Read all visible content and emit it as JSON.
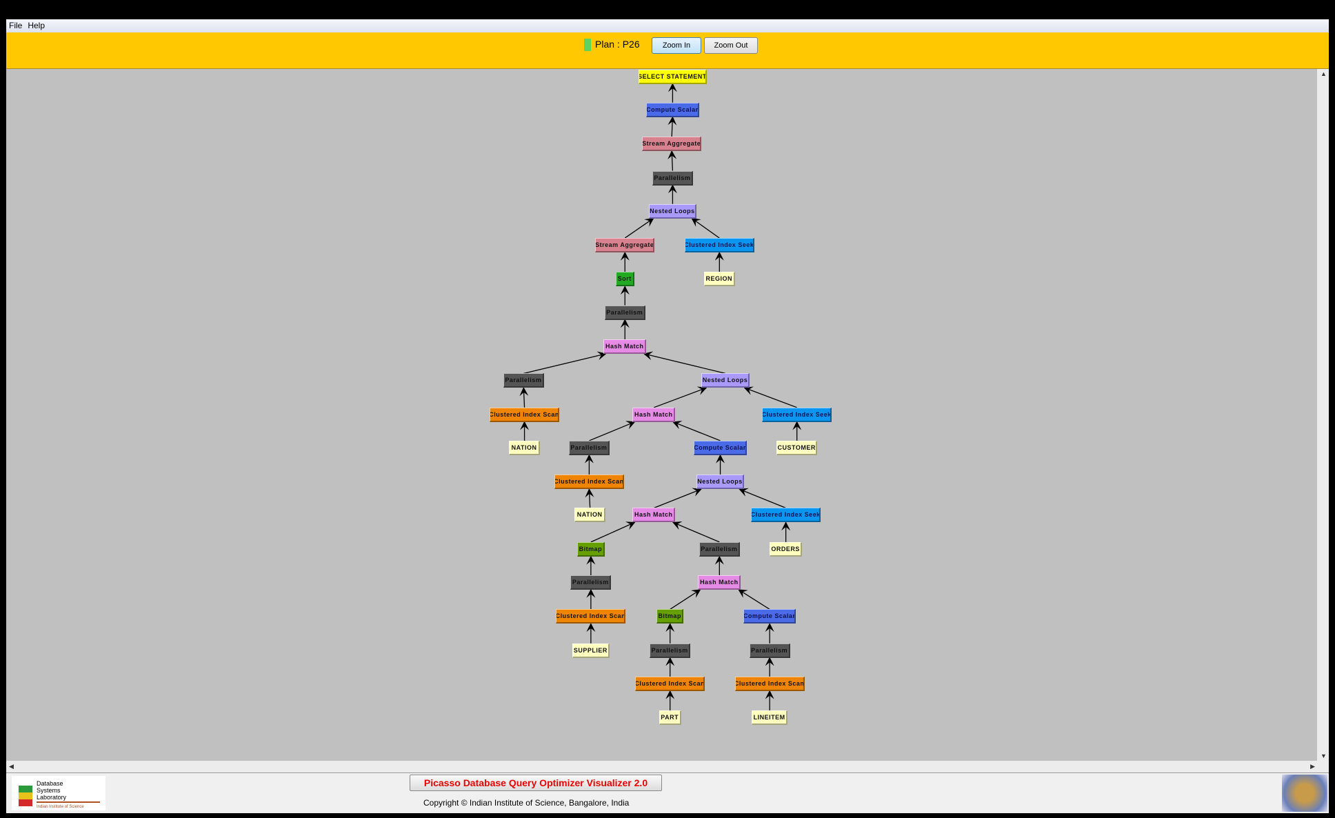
{
  "menu": [
    "File",
    "Help"
  ],
  "toolbar": {
    "plan_label": "Plan : P26",
    "zoom_in": "Zoom In",
    "zoom_out": "Zoom Out",
    "plan_color": "#5fd35f"
  },
  "colors": {
    "select": "#ffff00",
    "compute": "#4a6ae8",
    "stream": "#d9828f",
    "parallel": "#555555",
    "nested": "#aa99ff",
    "seek": "#0a96f0",
    "scan": "#ee8400",
    "table": "#ffffc0",
    "sort": "#22aa22",
    "hash": "#e58ae5",
    "bitmap": "#66a000"
  },
  "nodes": [
    {
      "label": "SELECT STATEMENT",
      "type": "select",
      "parent": null
    },
    {
      "label": "Compute Scalar",
      "type": "compute",
      "parent": 0
    },
    {
      "label": "Stream Aggregate",
      "type": "stream",
      "parent": 1
    },
    {
      "label": "Parallelism",
      "type": "parallel",
      "parent": 2
    },
    {
      "label": "Nested Loops",
      "type": "nested",
      "parent": 3
    },
    {
      "label": "Stream Aggregate",
      "type": "stream",
      "parent": 4
    },
    {
      "label": "Clustered Index Seek",
      "type": "seek",
      "parent": 4
    },
    {
      "label": "REGION",
      "type": "table",
      "parent": 6
    },
    {
      "label": "Sort",
      "type": "sort",
      "parent": 5
    },
    {
      "label": "Parallelism",
      "type": "parallel",
      "parent": 8
    },
    {
      "label": "Hash Match",
      "type": "hash",
      "parent": 9
    },
    {
      "label": "Parallelism",
      "type": "parallel",
      "parent": 10
    },
    {
      "label": "Nested Loops",
      "type": "nested",
      "parent": 10
    },
    {
      "label": "Clustered Index Scan",
      "type": "scan",
      "parent": 11
    },
    {
      "label": "NATION",
      "type": "table",
      "parent": 13
    },
    {
      "label": "Hash Match",
      "type": "hash",
      "parent": 12
    },
    {
      "label": "Clustered Index Seek",
      "type": "seek",
      "parent": 12
    },
    {
      "label": "CUSTOMER",
      "type": "table",
      "parent": 16
    },
    {
      "label": "Parallelism",
      "type": "parallel",
      "parent": 15
    },
    {
      "label": "Compute Scalar",
      "type": "compute",
      "parent": 15
    },
    {
      "label": "Clustered Index Scan",
      "type": "scan",
      "parent": 18
    },
    {
      "label": "NATION",
      "type": "table",
      "parent": 20
    },
    {
      "label": "Nested Loops",
      "type": "nested",
      "parent": 19
    },
    {
      "label": "Hash Match",
      "type": "hash",
      "parent": 22
    },
    {
      "label": "Clustered Index Seek",
      "type": "seek",
      "parent": 22
    },
    {
      "label": "ORDERS",
      "type": "table",
      "parent": 24
    },
    {
      "label": "Bitmap",
      "type": "bitmap",
      "parent": 23
    },
    {
      "label": "Parallelism",
      "type": "parallel",
      "parent": 23
    },
    {
      "label": "Parallelism",
      "type": "parallel",
      "parent": 26
    },
    {
      "label": "Hash Match",
      "type": "hash",
      "parent": 27
    },
    {
      "label": "Clustered Index Scan",
      "type": "scan",
      "parent": 28
    },
    {
      "label": "SUPPLIER",
      "type": "table",
      "parent": 30
    },
    {
      "label": "Bitmap",
      "type": "bitmap",
      "parent": 29
    },
    {
      "label": "Compute Scalar",
      "type": "compute",
      "parent": 29
    },
    {
      "label": "Parallelism",
      "type": "parallel",
      "parent": 32
    },
    {
      "label": "Parallelism",
      "type": "parallel",
      "parent": 33
    },
    {
      "label": "Clustered Index Scan",
      "type": "scan",
      "parent": 34
    },
    {
      "label": "Clustered Index Scan",
      "type": "scan",
      "parent": 35
    },
    {
      "label": "PART",
      "type": "table",
      "parent": 36
    },
    {
      "label": "LINEITEM",
      "type": "table",
      "parent": 37
    }
  ],
  "footer": {
    "title": "Picasso Database Query Optimizer Visualizer 2.0",
    "copyright": "Copyright © Indian Institute of Science, Bangalore, India",
    "logo_text": "Database Systems Laboratory Indian Institute of Science"
  }
}
